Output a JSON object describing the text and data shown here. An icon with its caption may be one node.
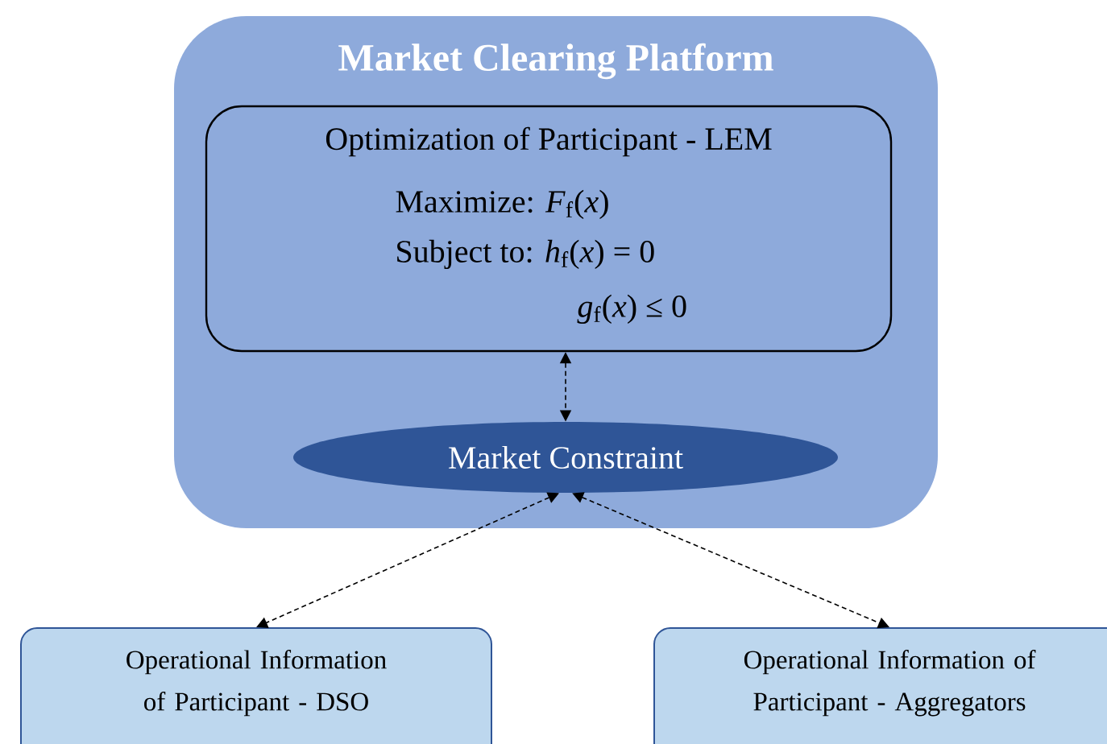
{
  "diagram": {
    "nodes": [
      {
        "text": [
          "Market Clearing Platform"
        ]
      },
      {
        "text": [
          "Optimization of Participant - LEM",
          "Maximize: *F*$_{f}$(*x*)",
          "Subject to: *h*$_{f}$(*x*) = 0",
          "*g*$_{f}$(*x*) ≤ 0"
        ],
        "in": 0
      },
      {
        "text": [
          "Market Constraint"
        ],
        "in": 0
      },
      {
        "text": [
          "Operational Information of Participant - DSO"
        ]
      },
      {
        "text": [
          "Operational Information of Participant - Aggregators"
        ]
      }
    ],
    "edges": [
      {
        "from": 1,
        "to": 2,
        "arrow": "both",
        "style": "dashed"
      },
      {
        "from": 2,
        "to": 3,
        "arrow": "both",
        "style": "dashed"
      },
      {
        "from": 2,
        "to": 4,
        "arrow": "both",
        "style": "dashed"
      }
    ]
  }
}
